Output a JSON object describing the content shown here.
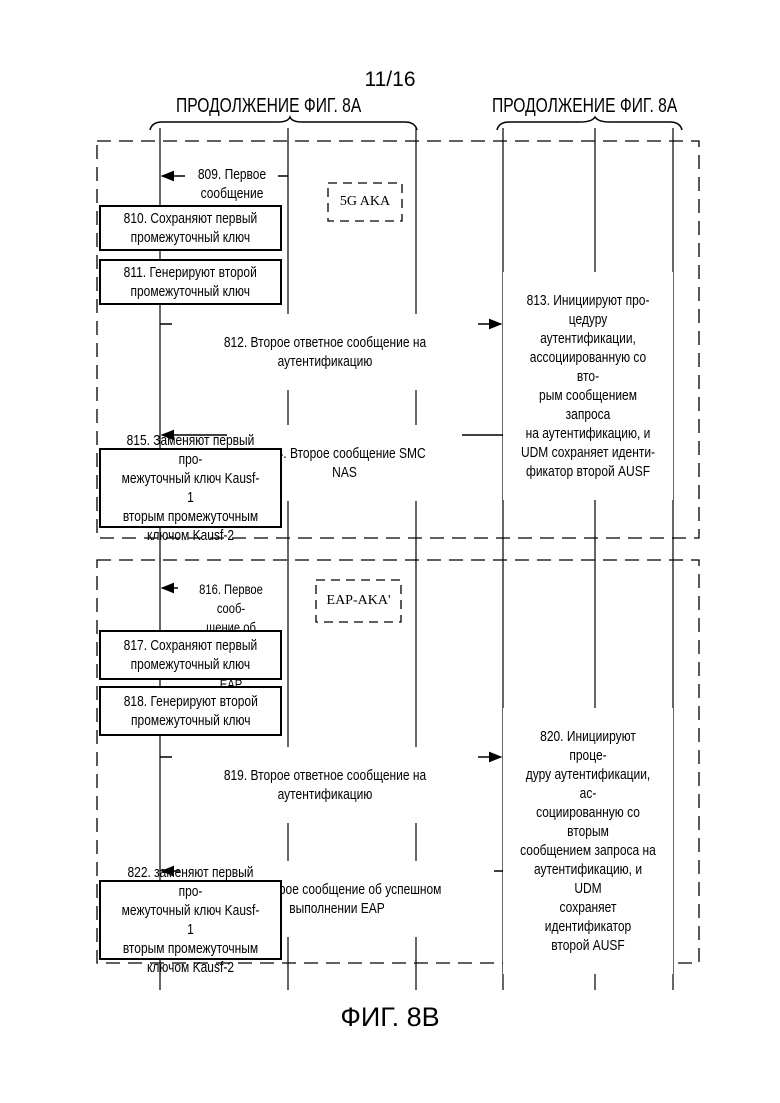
{
  "page": {
    "sheet_number": "11/16",
    "figure_caption": "ФИГ. 8B"
  },
  "header": {
    "left_continuation": "ПРОДОЛЖЕНИЕ ФИГ. 8A",
    "right_continuation": "ПРОДОЛЖЕНИЕ ФИГ. 8A"
  },
  "group1": {
    "tag": "5G AKA",
    "msg809": "809. Первое\nсообщение\nSMC NAS",
    "box810": "810. Сохраняют первый\nпромежуточный ключ",
    "box811": "811. Генерируют второй\nпромежуточный ключ",
    "msg812": "812. Второе ответное сообщение на аутентификацию",
    "note813": "813. Инициируют про-\nцедуру аутентификации,\nассоциированную со вто-\nрым сообщением запроса\nна аутентификацию, и\nUDM сохраняет иденти-\nфикатор второй AUSF",
    "msg814": "814. Второе сообщение SMC NAS",
    "box815": "815. Заменяют первый про-\nмежуточный ключ Kausf-1\nвторым промежуточным\nключом Kausf-2"
  },
  "group2": {
    "tag": "EAP-AKA'",
    "msg816": "816. Первое сооб-\nщение об успешном\nвыполнении EAP",
    "box817": "817. Сохраняют первый\nпромежуточный ключ",
    "box818": "818. Генерируют второй\nпромежуточный ключ",
    "msg819": "819. Второе ответное сообщение на аутентификацию",
    "note820": "820. Инициируют проце-\nдуру аутентификации, ас-\nсоциированную со вторым\nсообщением запроса на\nаутентификацию, и UDM\nсохраняет идентификатор\nвторой AUSF",
    "msg821": "821. Второе сообщение об успешном выполнении EAP",
    "box822": "822. заменяют первый про-\nмежуточный ключ Kausf-1\nвторым промежуточным\nключом Kausf-2"
  }
}
